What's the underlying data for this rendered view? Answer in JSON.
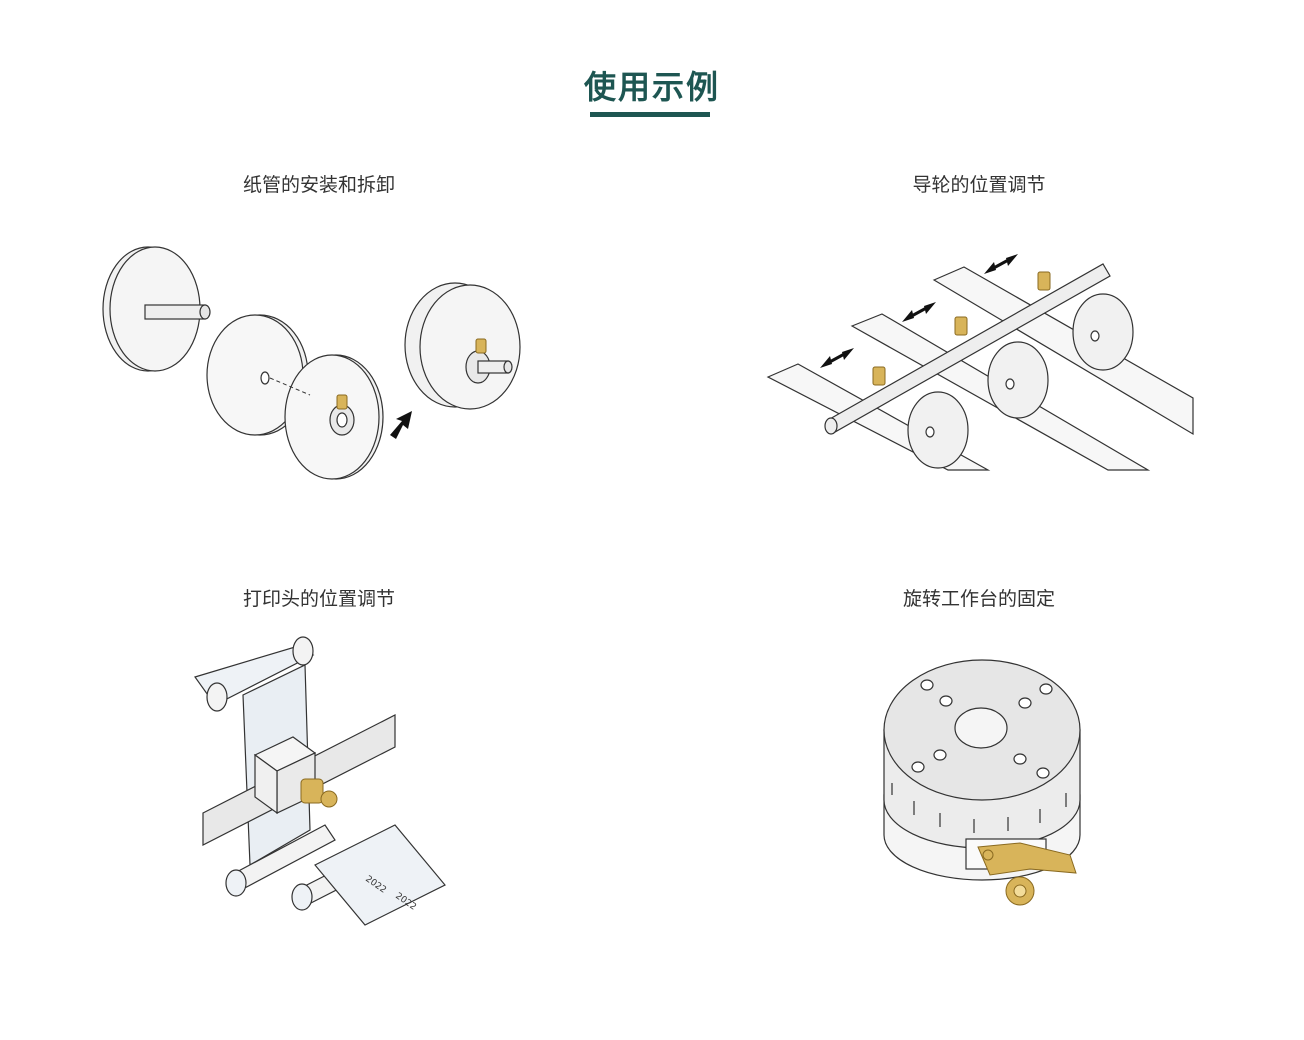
{
  "page": {
    "title": "使用示例"
  },
  "examples": [
    {
      "caption": "纸管的安装和拆卸"
    },
    {
      "caption": "导轮的位置调节"
    },
    {
      "caption": "打印头的位置调节"
    },
    {
      "caption": "旋转工作台的固定"
    }
  ],
  "figure3": {
    "print_text": "2022"
  },
  "colors": {
    "accent": "#1e5652",
    "brass": "#d8b45a",
    "line": "#333333",
    "fill": "#f1f1f1"
  },
  "icons": [
    "arrow-icon",
    "double-arrow-icon",
    "clamp-lever-icon"
  ]
}
